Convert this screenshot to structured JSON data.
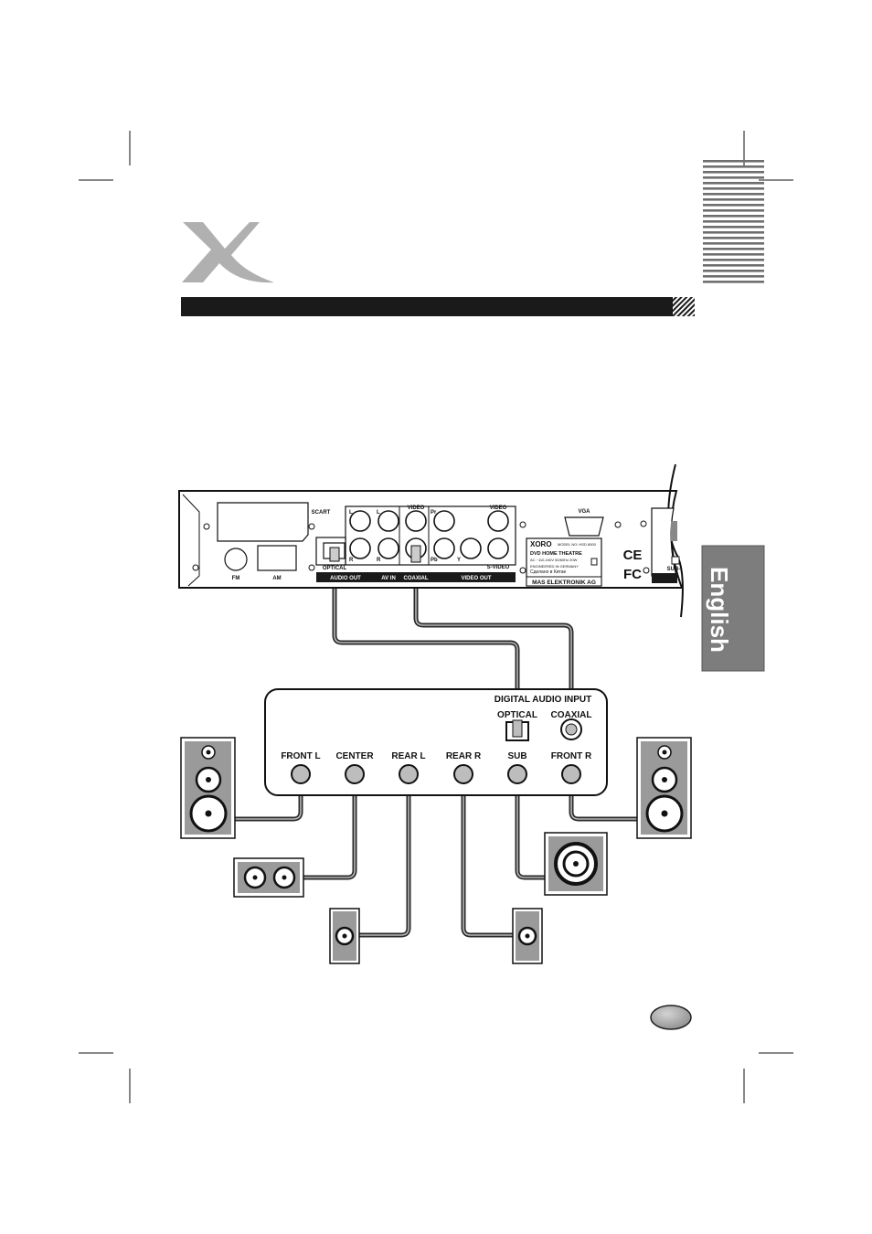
{
  "tab": {
    "label": "English"
  },
  "player": {
    "scart": "SCART",
    "video_top_1": "VIDEO",
    "video_top_2": "VIDEO",
    "vga": "VGA",
    "fm": "FM",
    "am": "AM",
    "optical": "OPTICAL",
    "jack_l1": "L",
    "jack_l2": "L",
    "jack_r1": "R",
    "jack_r2": "R",
    "jack_pr": "Pr",
    "jack_pb": "Pb",
    "jack_y": "Y",
    "s_video": "S-VIDEO",
    "audio_out": "AUDIO OUT",
    "av_in": "AV IN",
    "coaxial": "COAXIAL",
    "video_out": "VIDEO OUT",
    "sub_partial": "SUB-",
    "ce_mark": "CE",
    "fc_mark": "FC",
    "label_plate": {
      "brand": "XORO",
      "model": "MODEL NO: HSD 8000",
      "product": "DVD HOME THEATRE",
      "power": "AC ~110-240V 50/60Hz 20W",
      "engineered": "ENGINEERED IN GERMANY",
      "made_in": "Сделано в Китае",
      "company": "MAS ELEKTRONIK AG"
    }
  },
  "amplifier": {
    "digital_audio_input": "DIGITAL AUDIO INPUT",
    "optical": "OPTICAL",
    "coaxial": "COAXIAL",
    "channels": [
      "FRONT L",
      "CENTER",
      "REAR L",
      "REAR R",
      "SUB",
      "FRONT R"
    ]
  },
  "colors": {
    "bar": "#1a1a1a",
    "tab_bg": "#7d7d7d",
    "speaker_body": "#9a9a9a",
    "cable": "#555555",
    "page_badge": "#a8a8a8"
  }
}
